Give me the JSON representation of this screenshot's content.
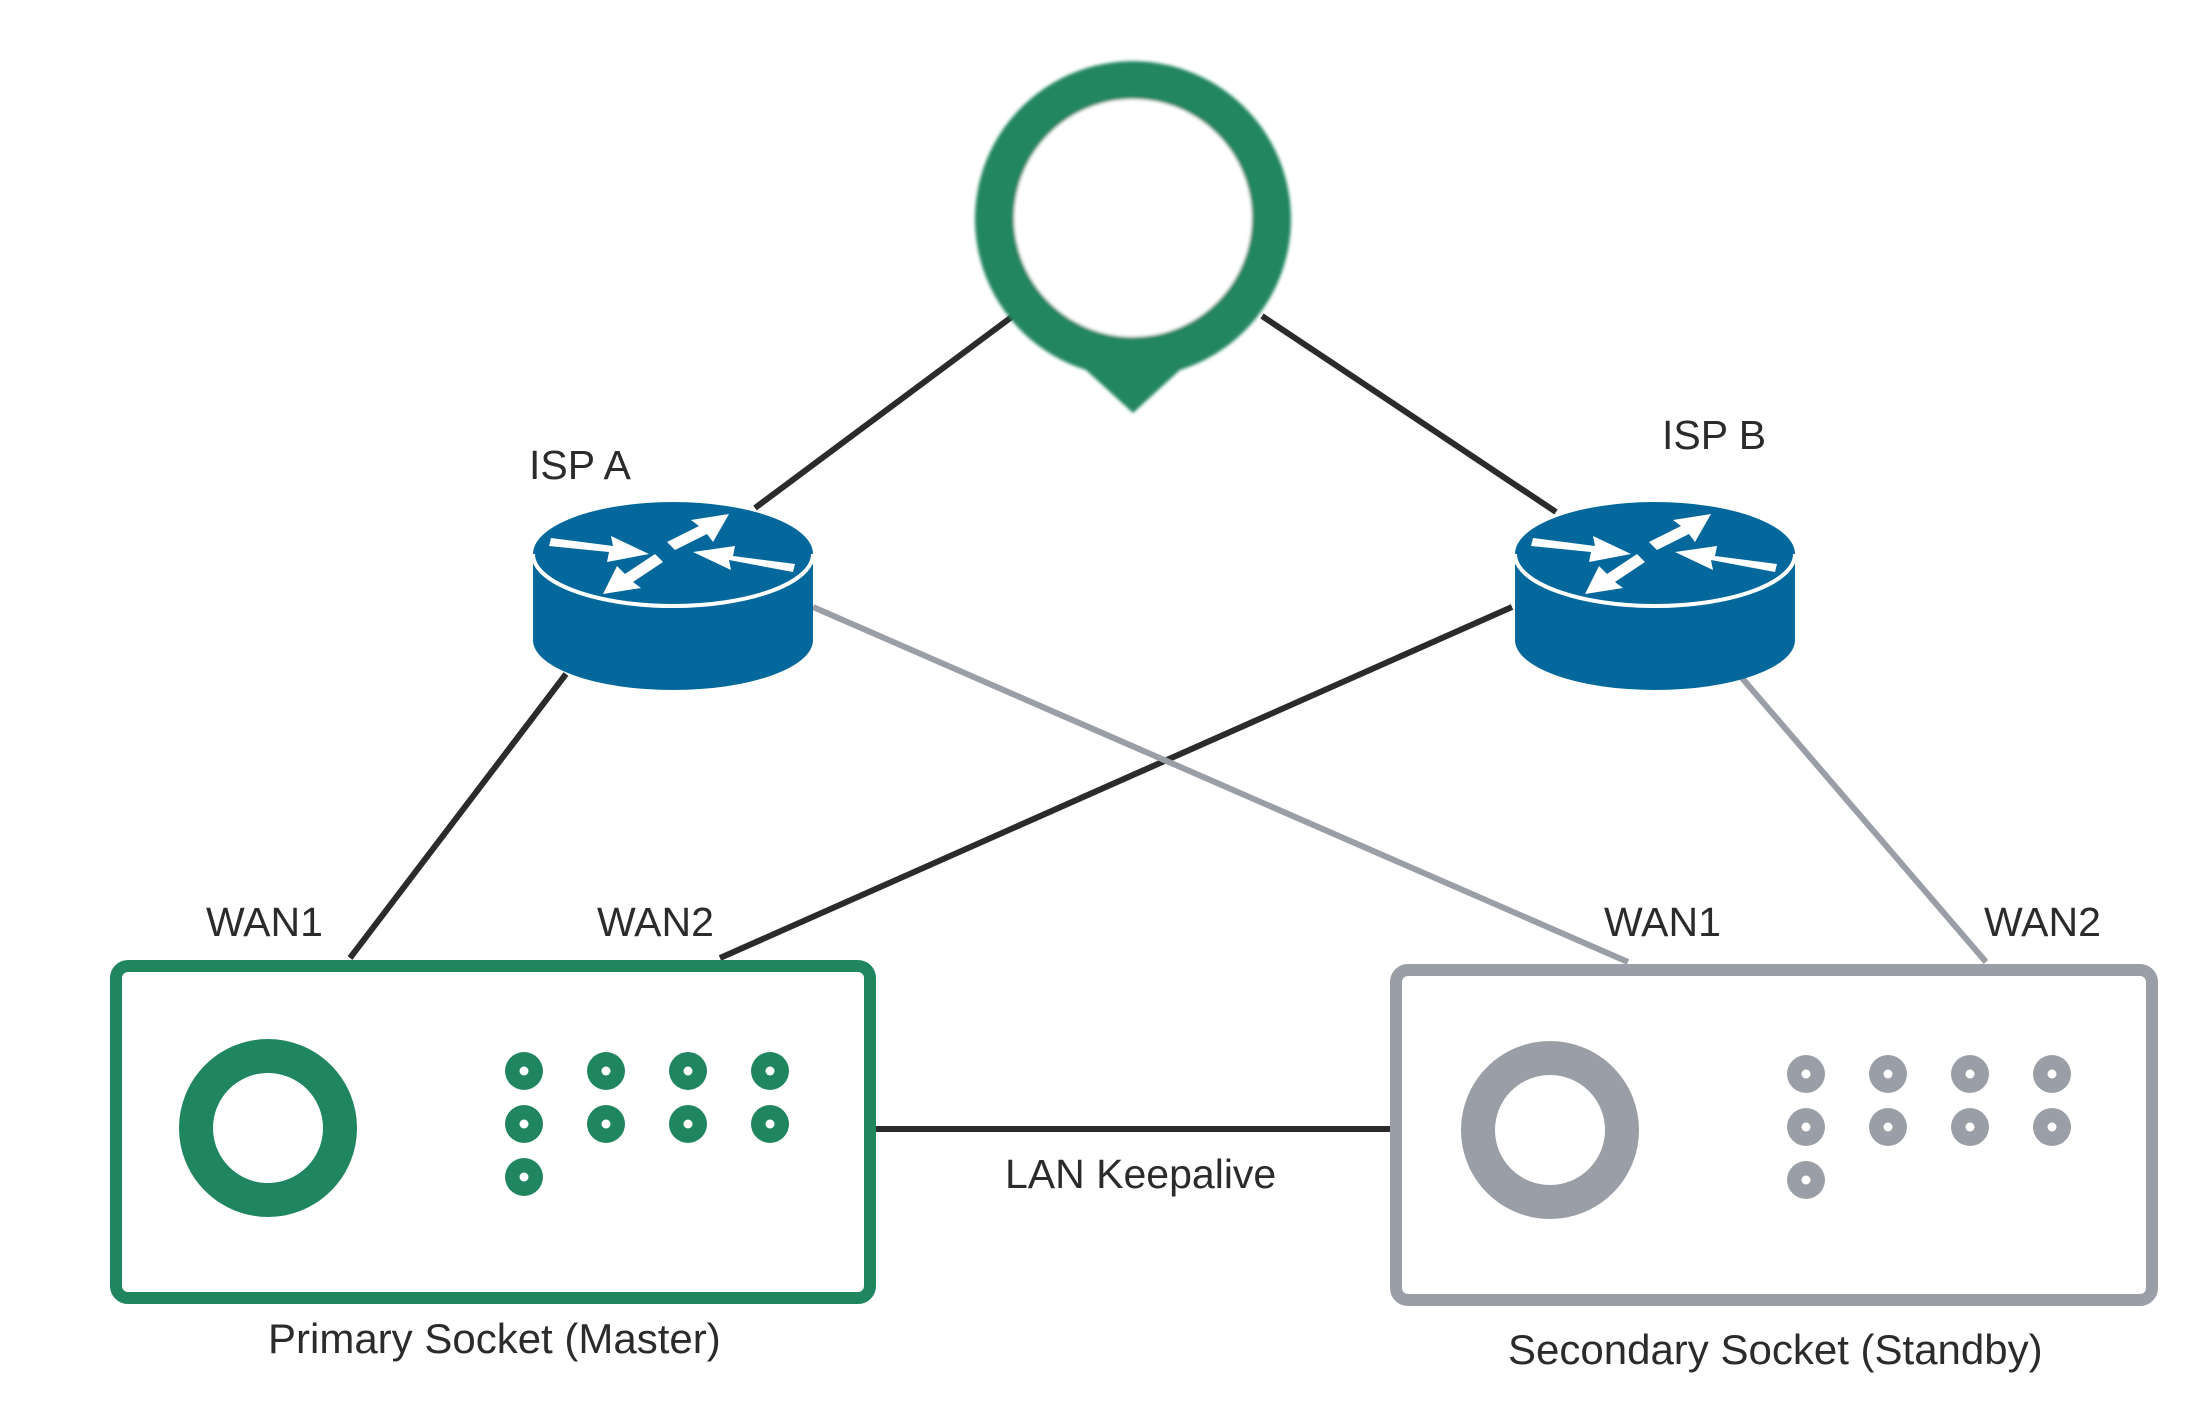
{
  "labels": {
    "isp_a": "ISP A",
    "isp_b": "ISP B",
    "primary_wan1": "WAN1",
    "primary_wan2": "WAN2",
    "secondary_wan1": "WAN1",
    "secondary_wan2": "WAN2",
    "lan_link": "LAN Keepalive",
    "primary_socket": "Primary Socket (Master)",
    "secondary_socket": "Secondary Socket (Standby)"
  },
  "colors": {
    "active_green": "#208660",
    "standby_gray": "#9a9ea7",
    "router_blue": "#04689c",
    "active_link": "#2b2b2b",
    "standby_link": "#9a9ea7"
  },
  "icons": {
    "pop": "location-pin-icon",
    "isp_a": "router-icon",
    "isp_b": "router-icon"
  },
  "links": [
    {
      "from": "pop",
      "to": "isp_a",
      "state": "active"
    },
    {
      "from": "pop",
      "to": "isp_b",
      "state": "active"
    },
    {
      "from": "isp_a",
      "to": "primary_wan1",
      "state": "active"
    },
    {
      "from": "isp_b",
      "to": "primary_wan2",
      "state": "active"
    },
    {
      "from": "isp_a",
      "to": "secondary_wan1",
      "state": "standby"
    },
    {
      "from": "isp_b",
      "to": "secondary_wan2",
      "state": "standby"
    },
    {
      "from": "primary_socket",
      "to": "secondary_socket",
      "state": "active"
    }
  ]
}
